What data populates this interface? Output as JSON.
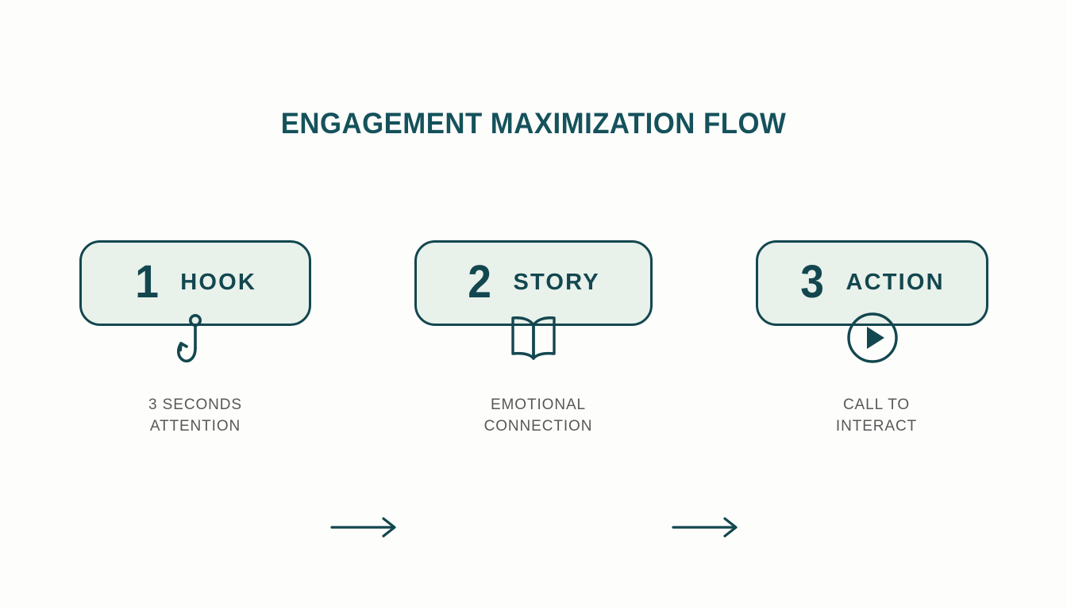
{
  "page": {
    "title": "ENGAGEMENT MAXIMIZATION FLOW",
    "background_color": "#fdfdfb",
    "accent_color": "#13474f",
    "card_fill_color": "#e8f1ea",
    "caption_color": "#585858"
  },
  "steps": [
    {
      "number": "1",
      "label": "HOOK",
      "icon": "fish-hook-icon",
      "caption_line1": "3 SECONDS",
      "caption_line2": "ATTENTION"
    },
    {
      "number": "2",
      "label": "STORY",
      "icon": "open-book-icon",
      "caption_line1": "EMOTIONAL",
      "caption_line2": "CONNECTION"
    },
    {
      "number": "3",
      "label": "ACTION",
      "icon": "play-button-icon",
      "caption_line1": "CALL TO",
      "caption_line2": "INTERACT"
    }
  ],
  "connectors": [
    {
      "name": "arrow-step1-to-step2",
      "direction": "right"
    },
    {
      "name": "arrow-step2-to-step3",
      "direction": "right"
    }
  ]
}
